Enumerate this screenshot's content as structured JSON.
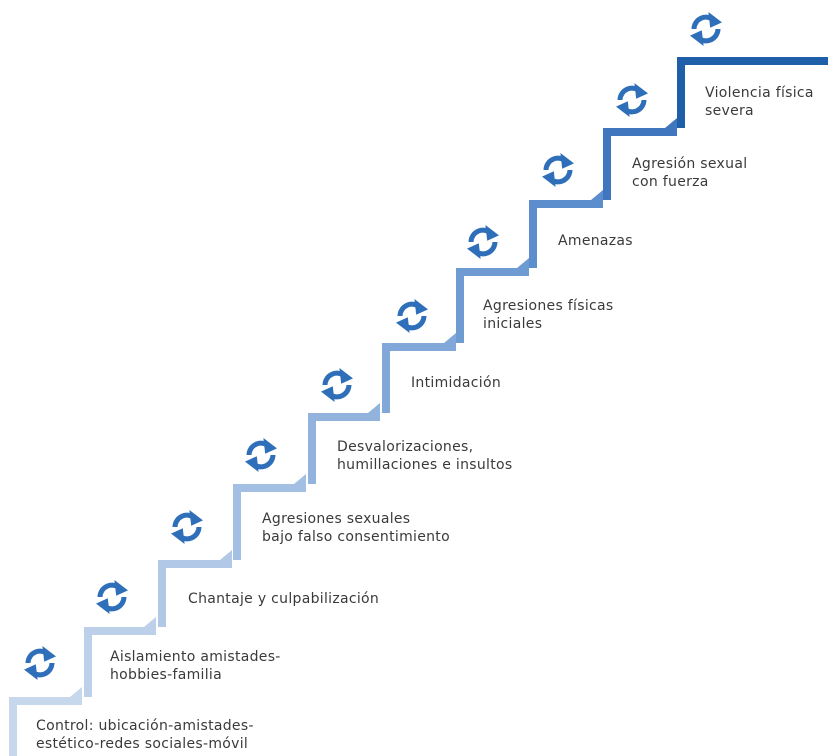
{
  "diagram": {
    "steps": [
      {
        "label": "Control: ubicación-amistades-\nestético-redes sociales-móvil",
        "color": "#c7d7ec"
      },
      {
        "label": "Aislamiento amistades-\nhobbies-familia",
        "color": "#bcd0ea"
      },
      {
        "label": "Chantaje y culpabilización",
        "color": "#b1c8e6"
      },
      {
        "label": "Agresiones sexuales\nbajo falso consentimiento",
        "color": "#a3bfe3"
      },
      {
        "label": "Desvalorizaciones,\nhumillaciones e insultos",
        "color": "#92b3de"
      },
      {
        "label": "Intimidación",
        "color": "#82a8d9"
      },
      {
        "label": "Agresiones físicas\niniciales",
        "color": "#6f9bd3"
      },
      {
        "label": "Amenazas",
        "color": "#5c8dcc"
      },
      {
        "label": "Agresión sexual\ncon fuerza",
        "color": "#3f76bd"
      },
      {
        "label": "Violencia física\nsevera",
        "color": "#1f5ea8"
      }
    ],
    "cycle_icon": {
      "name": "cycle-arrows-icon",
      "color": "#2f6fba"
    }
  }
}
